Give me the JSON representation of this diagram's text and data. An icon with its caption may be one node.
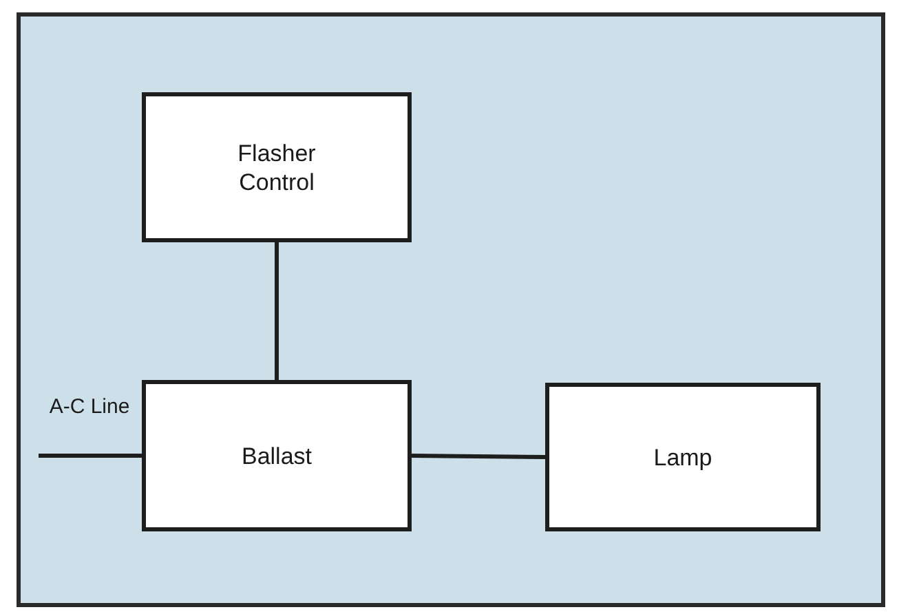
{
  "diagram": {
    "nodes": [
      {
        "text": [
          "Flasher Control"
        ]
      },
      {
        "text": [
          "Ballast"
        ]
      },
      {
        "text": [
          "Lamp"
        ]
      }
    ],
    "edges": [
      {
        "from": 0,
        "to": 1,
        "arrow": "none"
      },
      {
        "from": 1,
        "to": 2,
        "arrow": "none"
      },
      {
        "from": null,
        "to": 1,
        "arrow": "none",
        "label": "A-C Line"
      }
    ]
  }
}
